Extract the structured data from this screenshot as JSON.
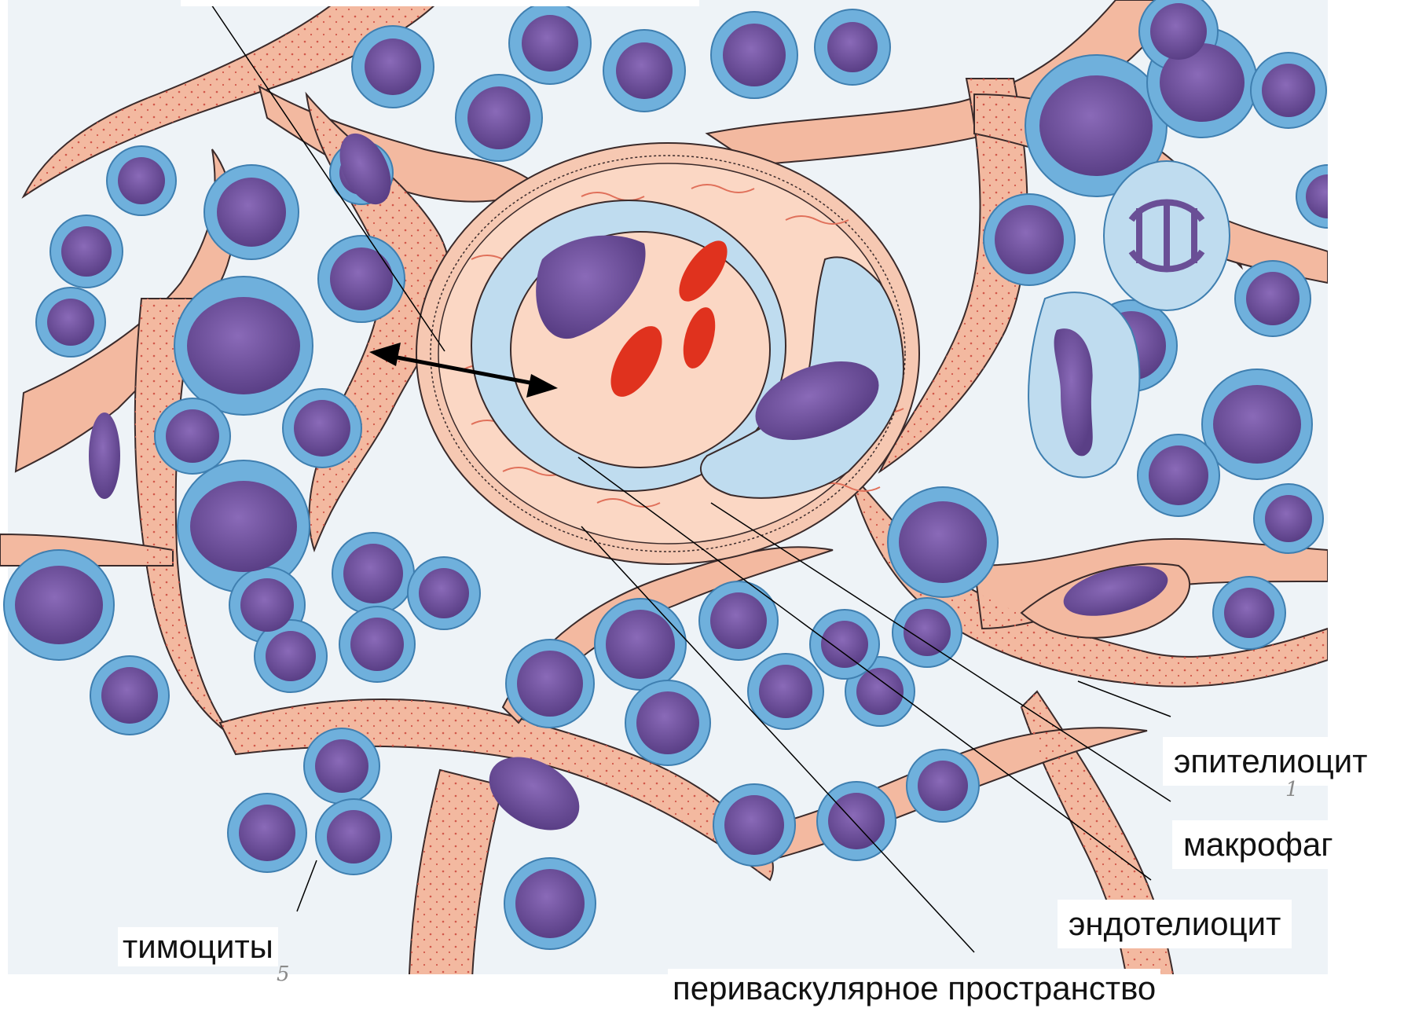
{
  "labels": {
    "epithelial": "эпителиоцит",
    "macrophage": "макрофаг",
    "endothelial": "эндотелиоцит",
    "perivascular": "периваскулярное пространство",
    "thymocytes": "тимоциты"
  },
  "pencil_numbers": {
    "n1": "1",
    "n5": "5"
  },
  "colors": {
    "epithelium": "#f3b9a0",
    "thymocyte_rim": "#6fb0dc",
    "nucleus": "#6a4f96",
    "erythrocyte": "#e0321e",
    "lumen": "#bfdcef"
  }
}
